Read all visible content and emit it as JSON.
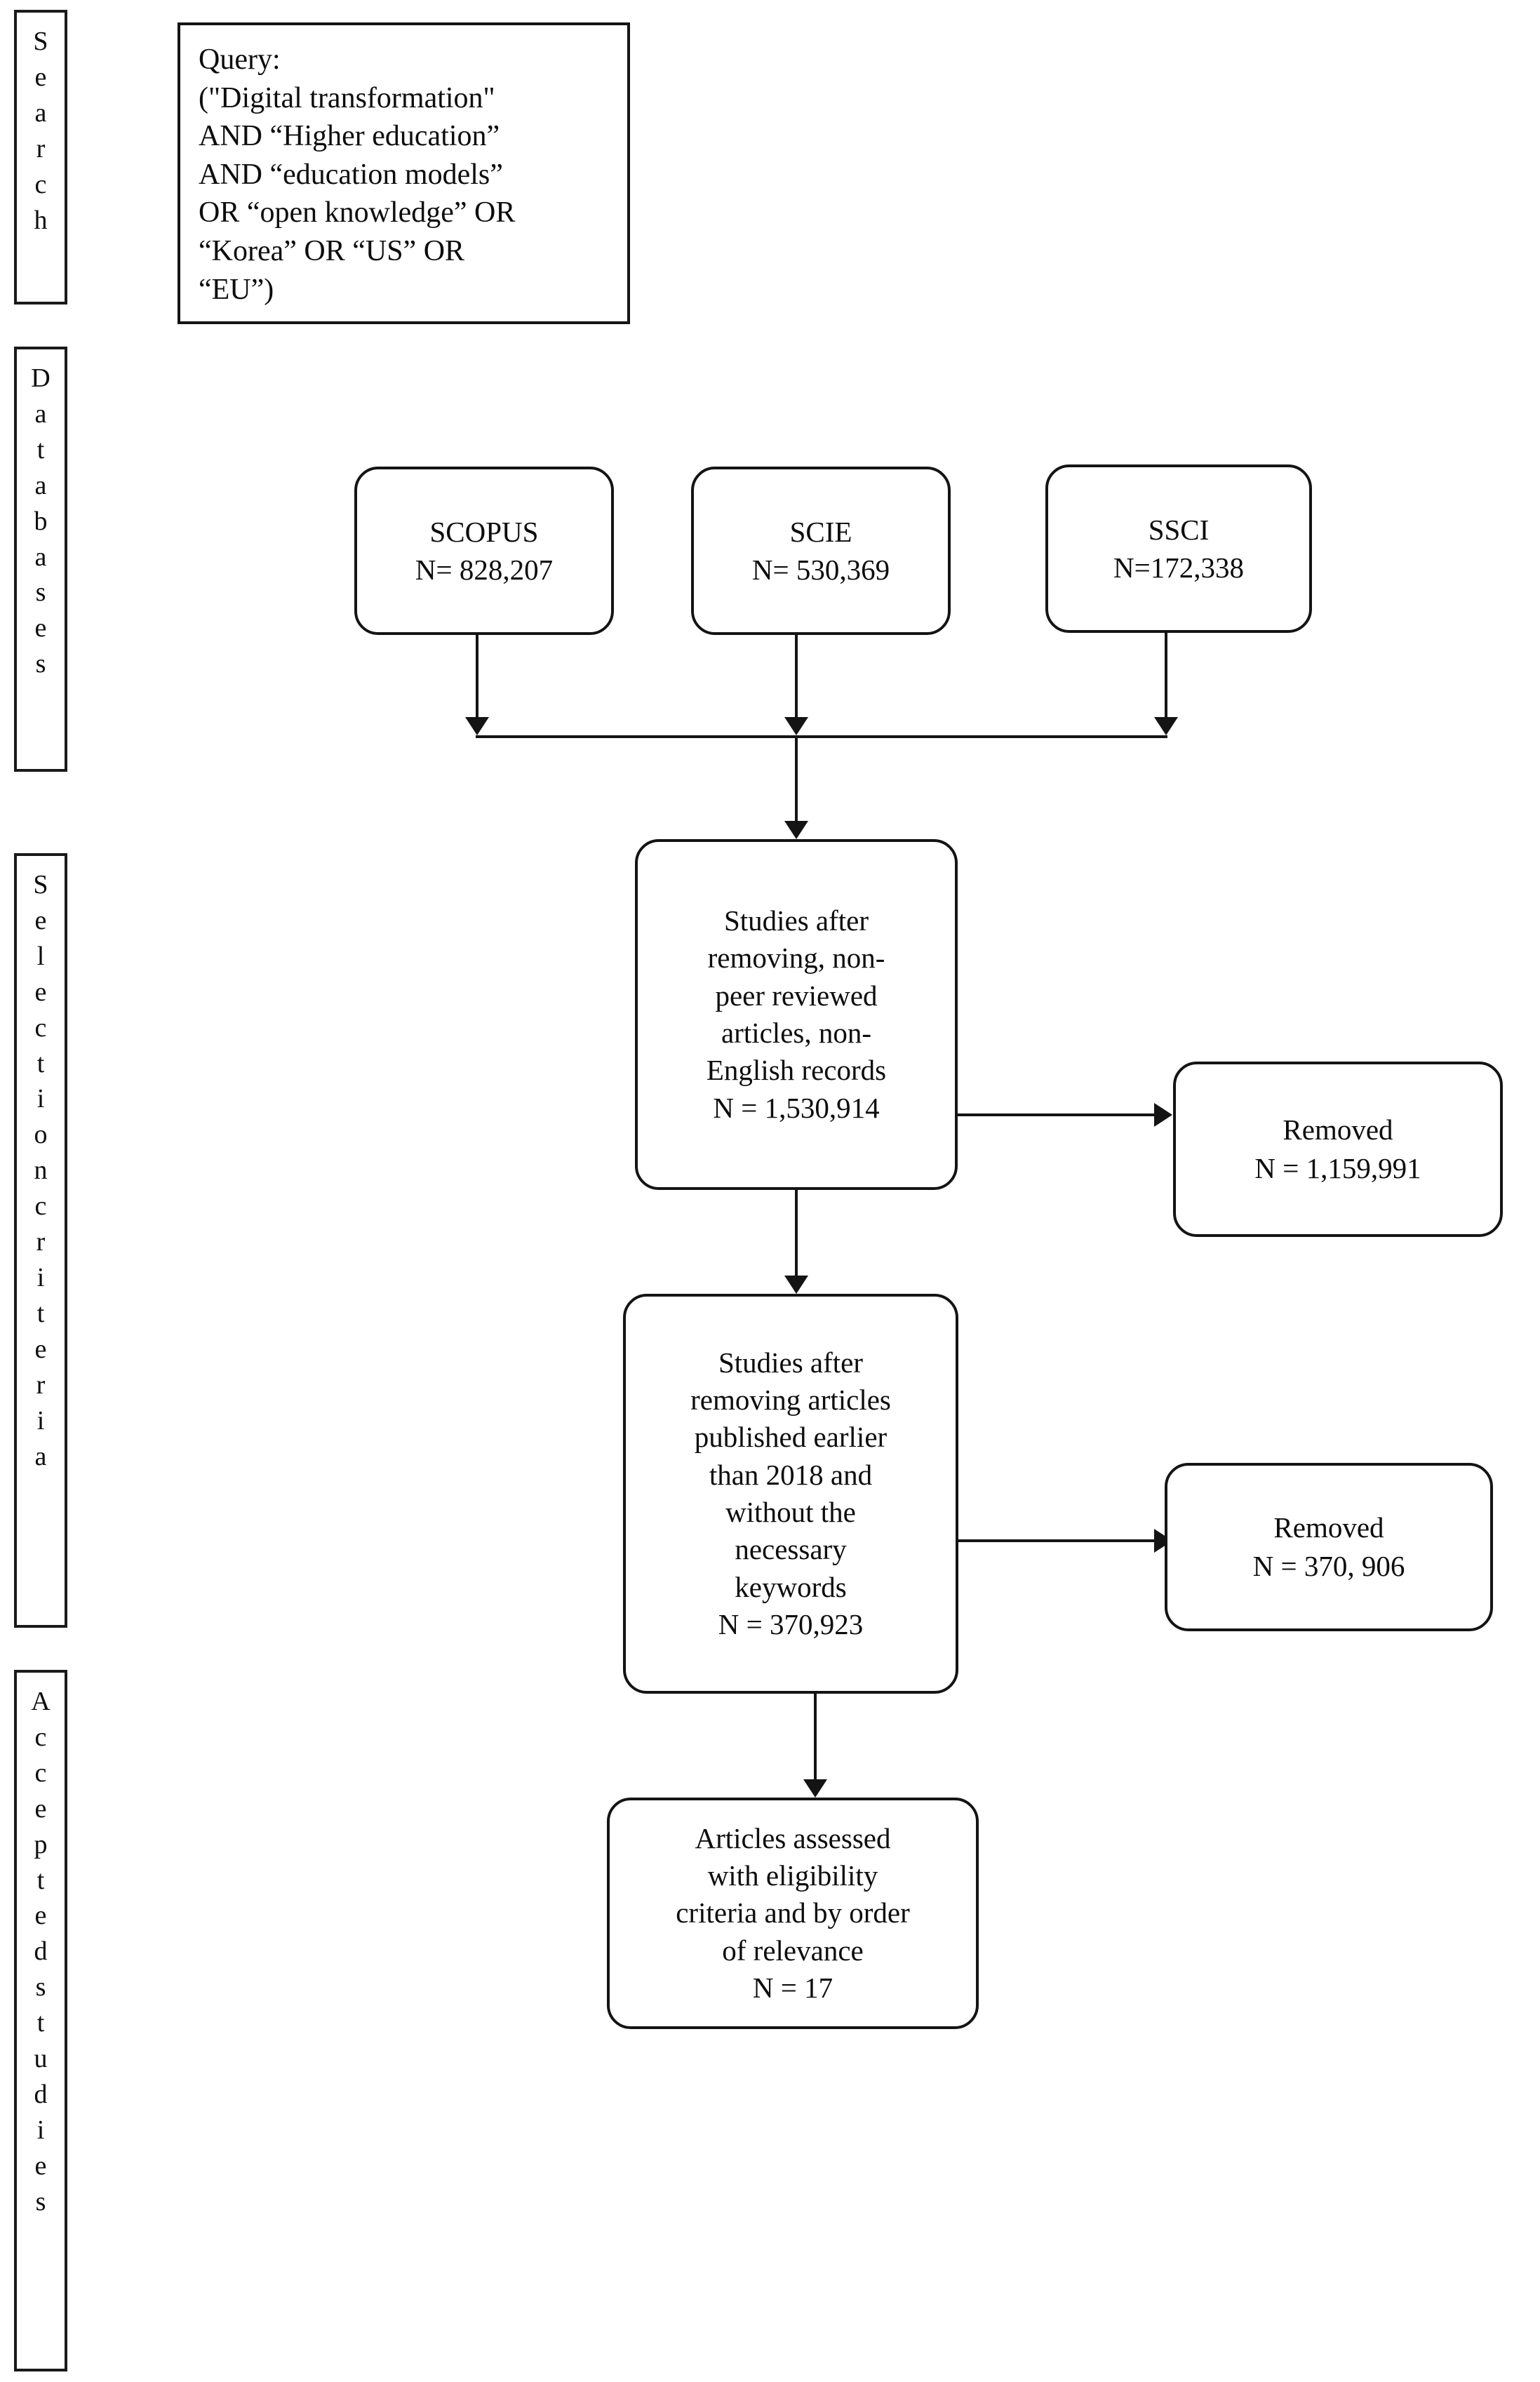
{
  "diagram": {
    "type": "prisma-flowchart",
    "stages": [
      {
        "id": "search",
        "label": "Search"
      },
      {
        "id": "databases",
        "label": "Databases"
      },
      {
        "id": "selection",
        "label": "Selectioncriteria"
      },
      {
        "id": "accepted",
        "label": "Acceptedstudies"
      }
    ],
    "query_box": {
      "text": "Query:\n (\"Digital transformation\"\nAND “Higher education”\nAND “education models”\nOR “open knowledge” OR\n“Korea” OR “US” OR\n“EU”)"
    },
    "databases": [
      {
        "id": "scopus",
        "name": "SCOPUS",
        "count_label": "N= 828,207",
        "count": 828207,
        "text": "SCOPUS\nN= 828,207"
      },
      {
        "id": "scie",
        "name": "SCIE",
        "count_label": "N= 530,369",
        "count": 530369,
        "text": "SCIE\nN= 530,369"
      },
      {
        "id": "ssci",
        "name": "SSCI",
        "count_label": "N=172,338",
        "count": 172338,
        "text": "SSCI\nN=172,338"
      }
    ],
    "process_steps": [
      {
        "id": "screen-1",
        "text": "Studies after\nremoving, non-\npeer reviewed\narticles, non-\nEnglish records\nN = 1,530,914",
        "count_label": "N = 1,530,914",
        "count": 1530914
      },
      {
        "id": "screen-2",
        "text": "Studies after\nremoving articles\npublished earlier\nthan 2018 and\nwithout the\nnecessary\nkeywords\nN = 370,923",
        "count_label": "N = 370,923",
        "count": 370923
      },
      {
        "id": "eligibility",
        "text": "Articles assessed\nwith eligibility\ncriteria and by order\nof relevance\nN = 17",
        "count_label": "N = 17",
        "count": 17
      }
    ],
    "removed_boxes": [
      {
        "id": "removed-1",
        "text": "Removed\nN = 1,159,991",
        "title": "Removed",
        "count_label": "N = 1,159,991",
        "count": 1159991
      },
      {
        "id": "removed-2",
        "text": "Removed\nN = 370, 906",
        "title": "Removed",
        "count_label": "N = 370, 906",
        "count": 370906
      }
    ],
    "colors": {
      "stroke": "#141414",
      "background": "#ffffff",
      "text": "#0d0d0d"
    }
  }
}
